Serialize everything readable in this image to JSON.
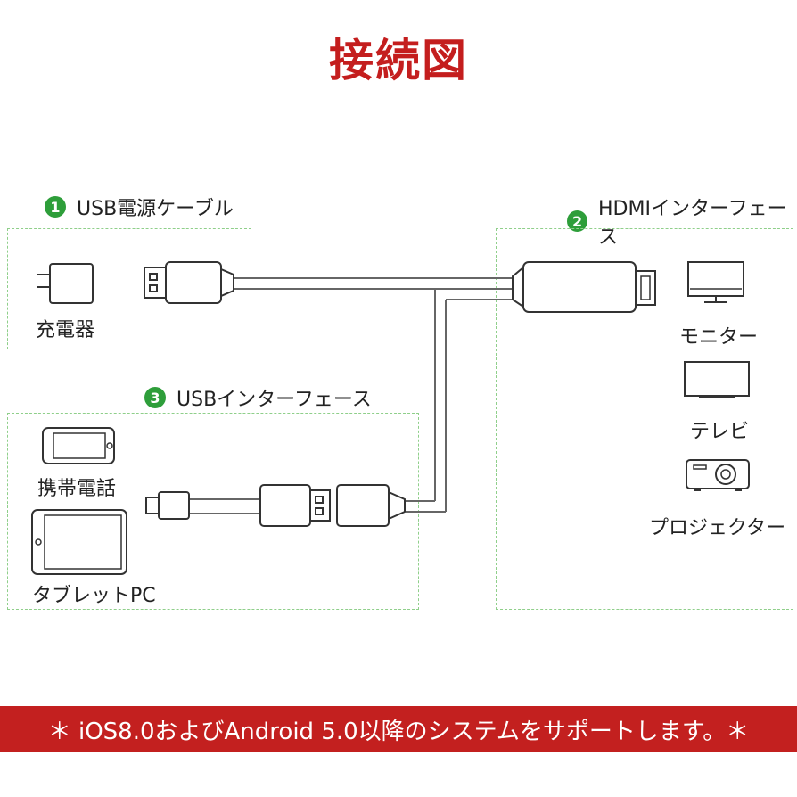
{
  "title": "接続図",
  "sections": {
    "usb_power": {
      "num": "1",
      "label": "USB電源ケーブル"
    },
    "hdmi": {
      "num": "2",
      "label": "HDMIインターフェース"
    },
    "usb_interface": {
      "num": "3",
      "label": "USBインターフェース"
    }
  },
  "devices": {
    "charger": "充電器",
    "monitor": "モニター",
    "tv": "テレビ",
    "projector": "プロジェクター",
    "phone": "携帯電話",
    "tablet": "タブレットPC"
  },
  "footer": "＊ iOS8.0およびAndroid 5.0以降のシステムをサポートします。＊",
  "colors": {
    "title": "#c41e1e",
    "badge": "#2e9e3a",
    "footer_bg": "#c3201f",
    "box_border": "#8fcf8a"
  }
}
